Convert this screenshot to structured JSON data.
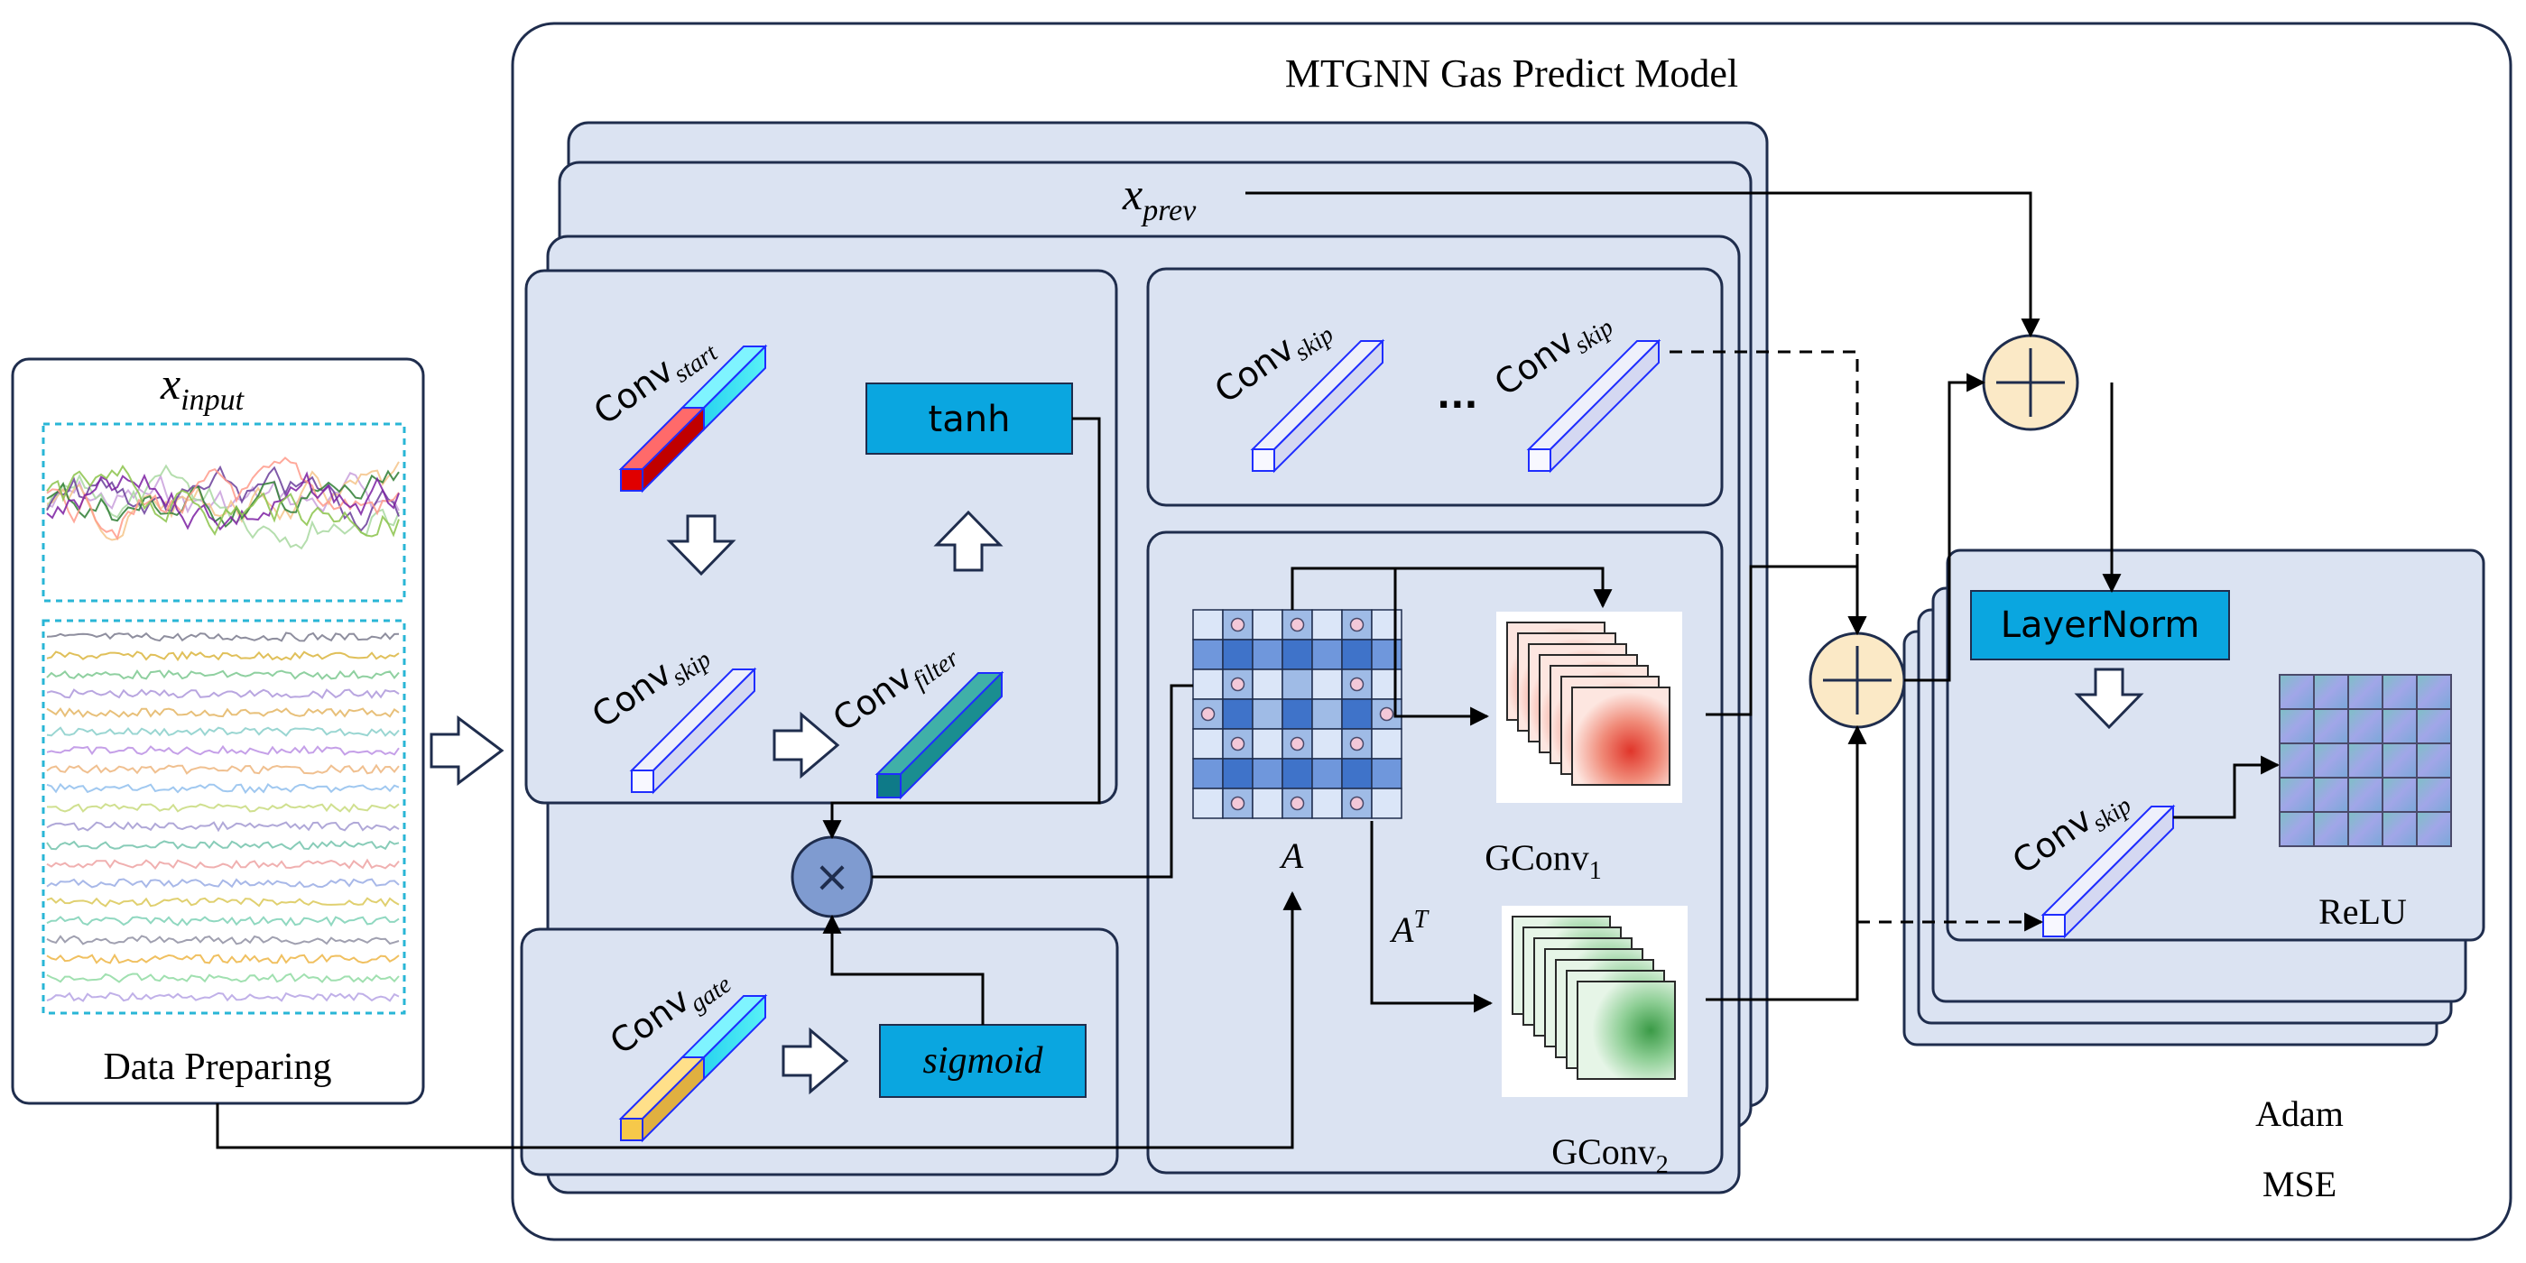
{
  "model": {
    "title": "MTGNN Gas Predict Model"
  },
  "data_panel": {
    "input_label": "x",
    "input_sub": "input",
    "footer": "Data Preparing"
  },
  "top_bar": {
    "prev_label": "x",
    "prev_sub": "prev"
  },
  "temporal": {
    "conv_start": {
      "base": "Conv",
      "sub": "start"
    },
    "conv_skip": {
      "base": "Conv",
      "sub": "skip"
    },
    "conv_filter": {
      "base": "Conv",
      "sub": "filter"
    },
    "tanh": "tanh",
    "conv_gate": {
      "base": "Conv",
      "sub": "gate"
    },
    "sigmoid": "sigmoid",
    "multiply_symbol": "×"
  },
  "skip_box": {
    "conv1": {
      "base": "Conv",
      "sub": "skip"
    },
    "ellipsis": "...",
    "conv2": {
      "base": "Conv",
      "sub": "skip"
    }
  },
  "graph": {
    "adj": "A",
    "adj_t": "A",
    "adj_t_sup": "T",
    "gconv1": {
      "base": "GConv",
      "sub": "1"
    },
    "gconv2": {
      "base": "GConv",
      "sub": "2"
    }
  },
  "output": {
    "layernorm": "LayerNorm",
    "conv": {
      "base": "Conv",
      "sub": "skip"
    },
    "relu": "ReLU",
    "optimizer": "Adam",
    "loss": "MSE"
  },
  "colors": {
    "panel_fill": "#dbe3f2",
    "panel_stroke": "#1f2d4d",
    "cyan_block": "#0aa6e0",
    "adder_fill": "#fbe9c6",
    "mult_fill": "#7f9bd0",
    "matrix_blue": "#3f73c9",
    "matrix_light": "#9fbbe6"
  }
}
